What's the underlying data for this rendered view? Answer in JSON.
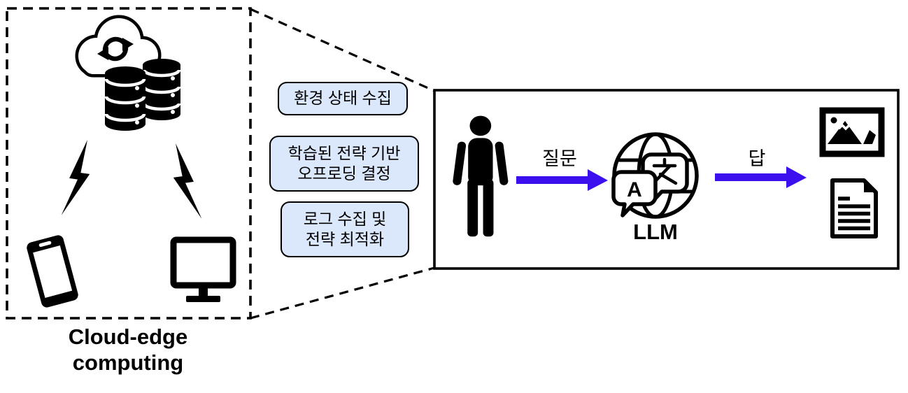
{
  "diagram": {
    "background": "#ffffff",
    "left_panel": {
      "label": "Cloud-edge\ncomputing",
      "icons": {
        "cloud_database": "cloud-sync-with-database-stack",
        "lightning_left": "lightning-bolt",
        "lightning_right": "lightning-bolt",
        "smartphone": "smartphone",
        "monitor": "desktop-monitor"
      }
    },
    "steps": [
      {
        "label": "환경 상태 수집"
      },
      {
        "label": "학습된 전략 기반\n오프로딩 결정"
      },
      {
        "label": "로그 수집 및\n전략 최적화"
      }
    ],
    "flow": {
      "question_label": "질문",
      "answer_label": "답",
      "llm_label": "LLM",
      "bubble_a": "A",
      "bubble_char": "文",
      "icons": {
        "user": "person-silhouette",
        "llm": "globe-translate",
        "image_output": "framed-picture",
        "document_output": "text-document"
      }
    },
    "colors": {
      "step_fill": "#dbe8fb",
      "step_border": "#000000",
      "arrow": "#3c10ee",
      "outline": "#000000"
    }
  }
}
